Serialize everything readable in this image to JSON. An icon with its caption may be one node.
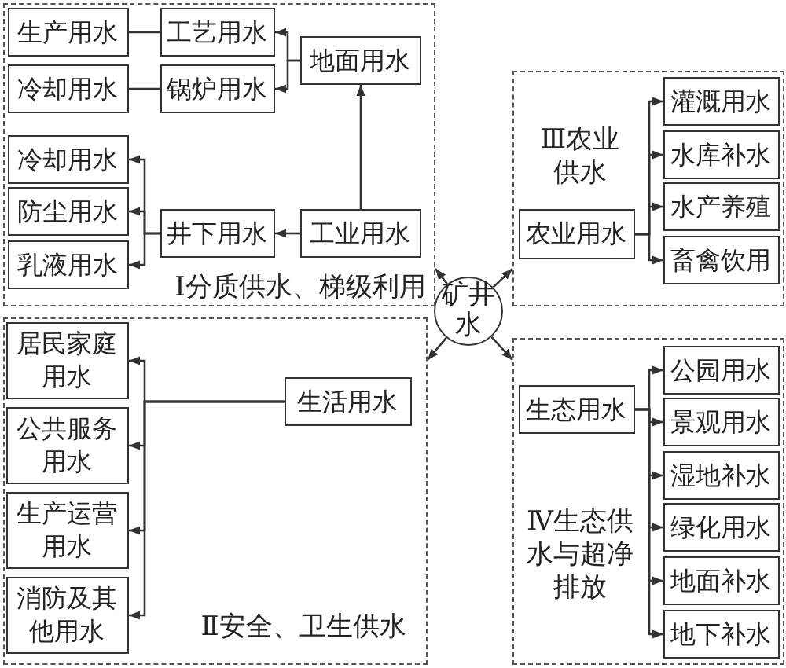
{
  "diagram": {
    "nodes": [
      {
        "text": [
          "Ⅰ分质供水、梯级利用"
        ]
      },
      {
        "text": [
          "生产用水"
        ],
        "in": 0
      },
      {
        "text": [
          "工艺用水"
        ],
        "in": 0
      },
      {
        "text": [
          "冷却用水"
        ],
        "in": 0
      },
      {
        "text": [
          "锅炉用水"
        ],
        "in": 0
      },
      {
        "text": [
          "地面用水"
        ],
        "in": 0
      },
      {
        "text": [
          "冷却用水"
        ],
        "in": 0
      },
      {
        "text": [
          "防尘用水"
        ],
        "in": 0
      },
      {
        "text": [
          "乳液用水"
        ],
        "in": 0
      },
      {
        "text": [
          "井下用水"
        ],
        "in": 0
      },
      {
        "text": [
          "工业用水"
        ],
        "in": 0
      },
      {
        "text": [
          "Ⅲ农业供水"
        ]
      },
      {
        "text": [
          "农业用水"
        ],
        "in": 11
      },
      {
        "text": [
          "灌溉用水"
        ],
        "in": 11
      },
      {
        "text": [
          "水库补水"
        ],
        "in": 11
      },
      {
        "text": [
          "水产养殖"
        ],
        "in": 11
      },
      {
        "text": [
          "畜禽饮用"
        ],
        "in": 11
      },
      {
        "text": [
          "矿井水"
        ]
      },
      {
        "text": [
          "Ⅱ安全、卫生供水"
        ]
      },
      {
        "text": [
          "居民家庭用水"
        ],
        "in": 18
      },
      {
        "text": [
          "公共服务用水"
        ],
        "in": 18
      },
      {
        "text": [
          "生产运营用水"
        ],
        "in": 18
      },
      {
        "text": [
          "消防及其他用水"
        ],
        "in": 18
      },
      {
        "text": [
          "生活用水"
        ],
        "in": 18
      },
      {
        "text": [
          "Ⅳ生态供水与超净排放"
        ]
      },
      {
        "text": [
          "生态用水"
        ],
        "in": 24
      },
      {
        "text": [
          "公园用水"
        ],
        "in": 24
      },
      {
        "text": [
          "景观用水"
        ],
        "in": 24
      },
      {
        "text": [
          "湿地补水"
        ],
        "in": 24
      },
      {
        "text": [
          "绿化用水"
        ],
        "in": 24
      },
      {
        "text": [
          "地面补水"
        ],
        "in": 24
      },
      {
        "text": [
          "地下补水"
        ],
        "in": 24
      }
    ],
    "edges": [
      {
        "from": 1,
        "to": 2,
        "arrow": "none"
      },
      {
        "from": 3,
        "to": 4,
        "arrow": "none"
      },
      {
        "from": 5,
        "to": 2,
        "arrow": "to"
      },
      {
        "from": 5,
        "to": 4,
        "arrow": "to"
      },
      {
        "from": 10,
        "to": 5,
        "arrow": "to"
      },
      {
        "from": 10,
        "to": 9,
        "arrow": "to"
      },
      {
        "from": 9,
        "to": 6,
        "arrow": "to"
      },
      {
        "from": 9,
        "to": 7,
        "arrow": "to"
      },
      {
        "from": 9,
        "to": 8,
        "arrow": "to"
      },
      {
        "from": 17,
        "to": 0,
        "arrow": "to"
      },
      {
        "from": 17,
        "to": 11,
        "arrow": "to"
      },
      {
        "from": 17,
        "to": 18,
        "arrow": "to"
      },
      {
        "from": 17,
        "to": 24,
        "arrow": "to"
      },
      {
        "from": 12,
        "to": 13,
        "arrow": "to"
      },
      {
        "from": 12,
        "to": 14,
        "arrow": "to"
      },
      {
        "from": 12,
        "to": 15,
        "arrow": "to"
      },
      {
        "from": 12,
        "to": 16,
        "arrow": "to"
      },
      {
        "from": 23,
        "to": 19,
        "arrow": "to"
      },
      {
        "from": 23,
        "to": 20,
        "arrow": "to"
      },
      {
        "from": 23,
        "to": 21,
        "arrow": "to"
      },
      {
        "from": 23,
        "to": 22,
        "arrow": "to"
      },
      {
        "from": 25,
        "to": 26,
        "arrow": "to"
      },
      {
        "from": 25,
        "to": 27,
        "arrow": "to"
      },
      {
        "from": 25,
        "to": 28,
        "arrow": "to"
      },
      {
        "from": 25,
        "to": 29,
        "arrow": "to"
      },
      {
        "from": 25,
        "to": 30,
        "arrow": "to"
      },
      {
        "from": 25,
        "to": 31,
        "arrow": "to"
      }
    ]
  }
}
